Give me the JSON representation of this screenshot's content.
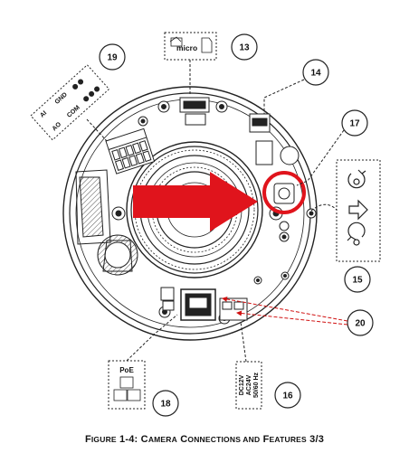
{
  "callouts": {
    "c13": "13",
    "c14": "14",
    "c15": "15",
    "c16": "16",
    "c17": "17",
    "c18": "18",
    "c19": "19",
    "c20": "20"
  },
  "labels": {
    "micro": "micro",
    "poe": "PoE",
    "power_lines": [
      "DC12V",
      "AC24V",
      "50/60 Hz"
    ],
    "audio_alarm_lines": [
      "AI",
      "GND",
      "AO",
      "COM"
    ]
  },
  "caption": {
    "prefix": "F",
    "word1": "IGURE",
    "mid": " 1-4: C",
    "word2": "AMERA",
    "gap1": " C",
    "word3": "ONNECTIONS AND",
    "gap2": " F",
    "word4": "EATURES",
    "suffix": " 3/3"
  },
  "colors": {
    "highlight_arrow": "#e0141c",
    "highlight_circle": "#e0141c",
    "leader_dashed": "#d01010",
    "line": "#222222"
  }
}
